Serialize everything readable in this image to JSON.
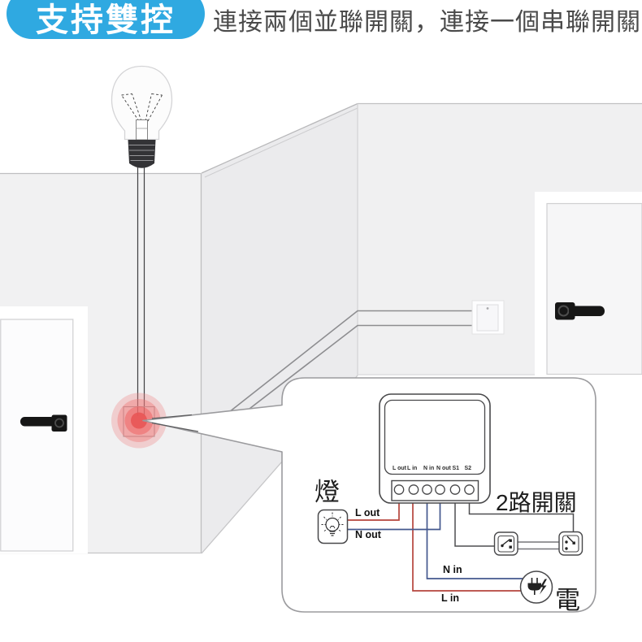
{
  "header": {
    "badge_label": "支持雙控",
    "subtitle": "連接兩個並聯開關，連接一個串聯開關"
  },
  "colors": {
    "badge_blue": "#2fa9e1",
    "live_wire_red": "#b5443c",
    "neutral_wire_blue": "#44588e",
    "signal_wire_dark": "#4e4e50",
    "junction_highlight_red": "#e85454"
  },
  "callout": {
    "lamp_label": "燈",
    "switch_label": "2路開關",
    "power_label": "電",
    "wire_labels": {
      "l_out": "L out",
      "n_out": "N out",
      "n_in": "N in",
      "l_in": "L in"
    },
    "terminal_labels": [
      "L out",
      "L in",
      "N in",
      "N out",
      "S1",
      "S2"
    ]
  }
}
